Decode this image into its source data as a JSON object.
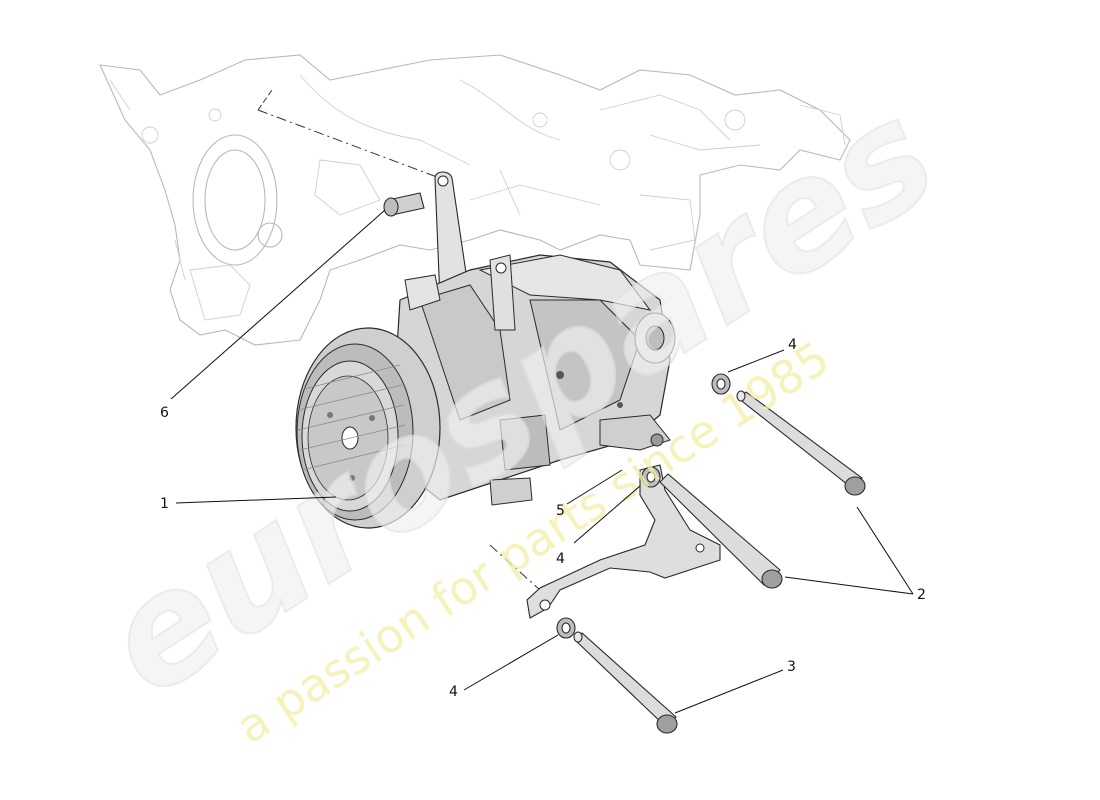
{
  "diagram": {
    "callouts": [
      {
        "id": "c1",
        "label": "1"
      },
      {
        "id": "c2",
        "label": "2"
      },
      {
        "id": "c3",
        "label": "3"
      },
      {
        "id": "c4a",
        "label": "4"
      },
      {
        "id": "c4b",
        "label": "4"
      },
      {
        "id": "c4c",
        "label": "4"
      },
      {
        "id": "c5",
        "label": "5"
      },
      {
        "id": "c6",
        "label": "6"
      }
    ]
  },
  "watermark": {
    "logo_text": "eurospares",
    "tagline": "a passion for parts since 1985"
  },
  "colors": {
    "background": "#ffffff",
    "engine_lines": "#b9b9b9",
    "part_body": "#d9d9d9",
    "part_shadow": "#9a9a9a",
    "watermark_gray": "#ececec",
    "watermark_yellow": "#f4f2b0"
  }
}
